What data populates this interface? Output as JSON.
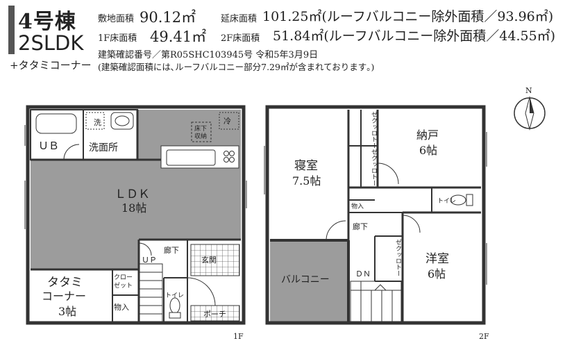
{
  "header": {
    "building": "4号棟",
    "plan_type": "2SLDK",
    "addition": "+タタミコーナー",
    "site_area_label": "敷地面積",
    "site_area_value": "90.12㎡",
    "total_floor_label": "延床面積",
    "total_floor_value": "101.25㎡(ルーフバルコニー除外面積／93.96㎡)",
    "floor1_label": "1F床面積",
    "floor1_value": "49.41㎡",
    "floor2_label": "2F床面積",
    "floor2_value": "51.84㎡(ルーフバルコニー除外面積／44.55㎡)",
    "permit": "建築確認番号／第R05SHC103945号 令和5年3月9日",
    "permit_note": "(建築確認面積には､ルーフバルコニー部分7.29㎡が含まれております｡)"
  },
  "compass": {
    "label": "N"
  },
  "floor1": {
    "label": "1F",
    "rooms": {
      "wash_machine": "洗",
      "fridge": "冷",
      "underfloor_1": "床下",
      "underfloor_2": "収納",
      "ub": "ＵＢ",
      "washroom": "洗面所",
      "ldk": "ＬＤＫ",
      "ldk_size": "18帖",
      "corridor": "廊下",
      "up": "ＵＰ",
      "entrance": "玄関",
      "tatami_1": "タタミ",
      "tatami_2": "コーナー",
      "tatami_size": "3帖",
      "closet_1": "クロー",
      "closet_2": "ゼット",
      "storage": "物入",
      "toilet": "トイレ",
      "porch": "ポーチ"
    }
  },
  "floor2": {
    "label": "2F",
    "rooms": {
      "bedroom": "寝室",
      "bedroom_size": "7.5帖",
      "storeroom": "納戸",
      "storeroom_size": "6帖",
      "wic_a": "ゼクッロトー",
      "storage": "物入",
      "toilet": "トイレ",
      "corridor": "廊下",
      "western": "洋室",
      "western_size": "6帖",
      "dn": "ＤＮ",
      "balcony": "バルコニー"
    }
  }
}
